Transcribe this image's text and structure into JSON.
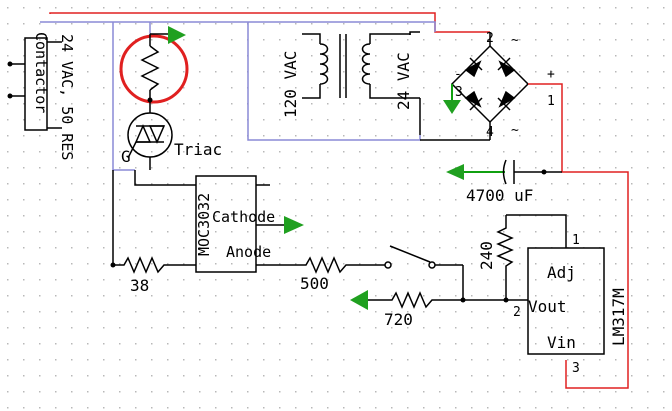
{
  "colors": {
    "background": "#ffffff",
    "grid_dot": "#b8b8b8",
    "wire": "#000000",
    "wire_blue": "#8a8ad6",
    "wire_red": "#e02020",
    "wire_green": "#10a010",
    "ground": "#20a020",
    "highlight_circle": "#e02020"
  },
  "labels": {
    "contactor": "Contactor",
    "contactor_spec": "24 VAC, 50 RES",
    "triac": "Triac",
    "triac_gate": "G",
    "transformer_primary": "120 VAC",
    "transformer_secondary": "24 VAC",
    "bridge_pin_1": "1",
    "bridge_pin_2": "2",
    "bridge_pin_3": "3",
    "bridge_pin_4": "4",
    "bridge_plus": "+",
    "bridge_minus": "-",
    "bridge_ac_top": "~",
    "bridge_ac_bottom": "~",
    "capacitor": "4700 uF",
    "optocoupler": "MOC3032",
    "opto_cathode": "Cathode",
    "opto_anode": "Anode",
    "resistor_38": "38",
    "resistor_500": "500",
    "resistor_720": "720",
    "resistor_240": "240",
    "regulator": "LM317M",
    "reg_adj": "Adj",
    "reg_vout": "Vout",
    "reg_vin": "Vin",
    "reg_pin_1": "1",
    "reg_pin_2": "2",
    "reg_pin_3": "3"
  }
}
